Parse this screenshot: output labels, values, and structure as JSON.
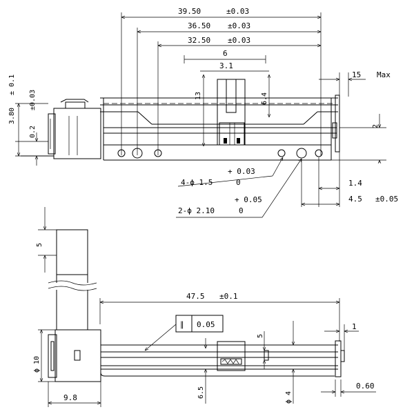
{
  "top_view": {
    "dim_39_50": "39.50",
    "tol_39_50": "±0.03",
    "dim_36_50": "36.50",
    "tol_36_50": "±0.03",
    "dim_32_50": "32.50",
    "tol_32_50": "±0.03",
    "dim_6": "6",
    "dim_3_1": "3.1",
    "dim_13": "13",
    "dim_6_4": "6.4",
    "dim_15": "15",
    "max_label": "Max",
    "dim_2": "2",
    "dim_3_80": "3.80",
    "tol_3_80": "± 0.1",
    "dim_0_2": "0.2",
    "tol_0_2": "±0.03",
    "hole1_tol_upper": "+ 0.03",
    "hole1_label": "4-ϕ  1.5",
    "hole1_tol_lower": "0",
    "hole2_tol_upper": "+ 0.05",
    "hole2_label": "2-ϕ  2.10",
    "hole2_tol_lower": "0",
    "dim_1_4": "1.4",
    "dim_4_5": "4.5",
    "tol_4_5": "±0.05"
  },
  "side_view": {
    "dim_5_top": "5",
    "dim_47_5": "47.5",
    "tol_47_5": "±0.1",
    "parallel_symbol": "∥",
    "parallel_value": "0.05",
    "dim_1": "1",
    "dim_5_mid": "5",
    "dim_phi_10": "ϕ 10",
    "dim_6_5": "6.5",
    "dim_phi_4": "ϕ 4",
    "dim_0_60": "0.60",
    "dim_9_8": "9.8"
  }
}
